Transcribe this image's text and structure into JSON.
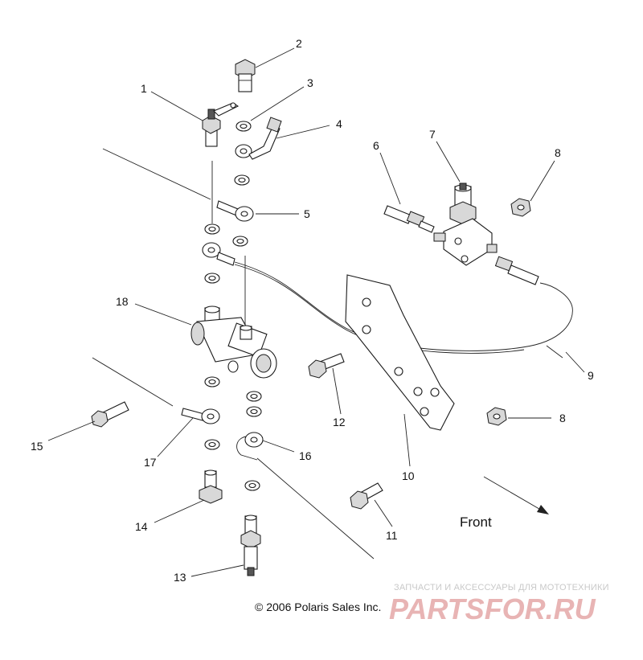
{
  "diagram": {
    "callouts": [
      {
        "id": "callout-1",
        "label": "1"
      },
      {
        "id": "callout-2",
        "label": "2"
      },
      {
        "id": "callout-3",
        "label": "3"
      },
      {
        "id": "callout-4",
        "label": "4"
      },
      {
        "id": "callout-5",
        "label": "5"
      },
      {
        "id": "callout-6",
        "label": "6"
      },
      {
        "id": "callout-7",
        "label": "7"
      },
      {
        "id": "callout-8a",
        "label": "8"
      },
      {
        "id": "callout-8b",
        "label": "8"
      },
      {
        "id": "callout-9",
        "label": "9"
      },
      {
        "id": "callout-10",
        "label": "10"
      },
      {
        "id": "callout-11",
        "label": "11"
      },
      {
        "id": "callout-12",
        "label": "12"
      },
      {
        "id": "callout-13",
        "label": "13"
      },
      {
        "id": "callout-14",
        "label": "14"
      },
      {
        "id": "callout-15",
        "label": "15"
      },
      {
        "id": "callout-16",
        "label": "16"
      },
      {
        "id": "callout-17",
        "label": "17"
      },
      {
        "id": "callout-18",
        "label": "18"
      }
    ],
    "front_label": "Front",
    "copyright": "© 2006 Polaris Sales Inc.",
    "watermark": {
      "subtitle": "ЗАПЧАСТИ И АКСЕССУАРЫ ДЛЯ МОТОТЕХНИКИ",
      "brand": "PARTSFOR.RU"
    }
  }
}
